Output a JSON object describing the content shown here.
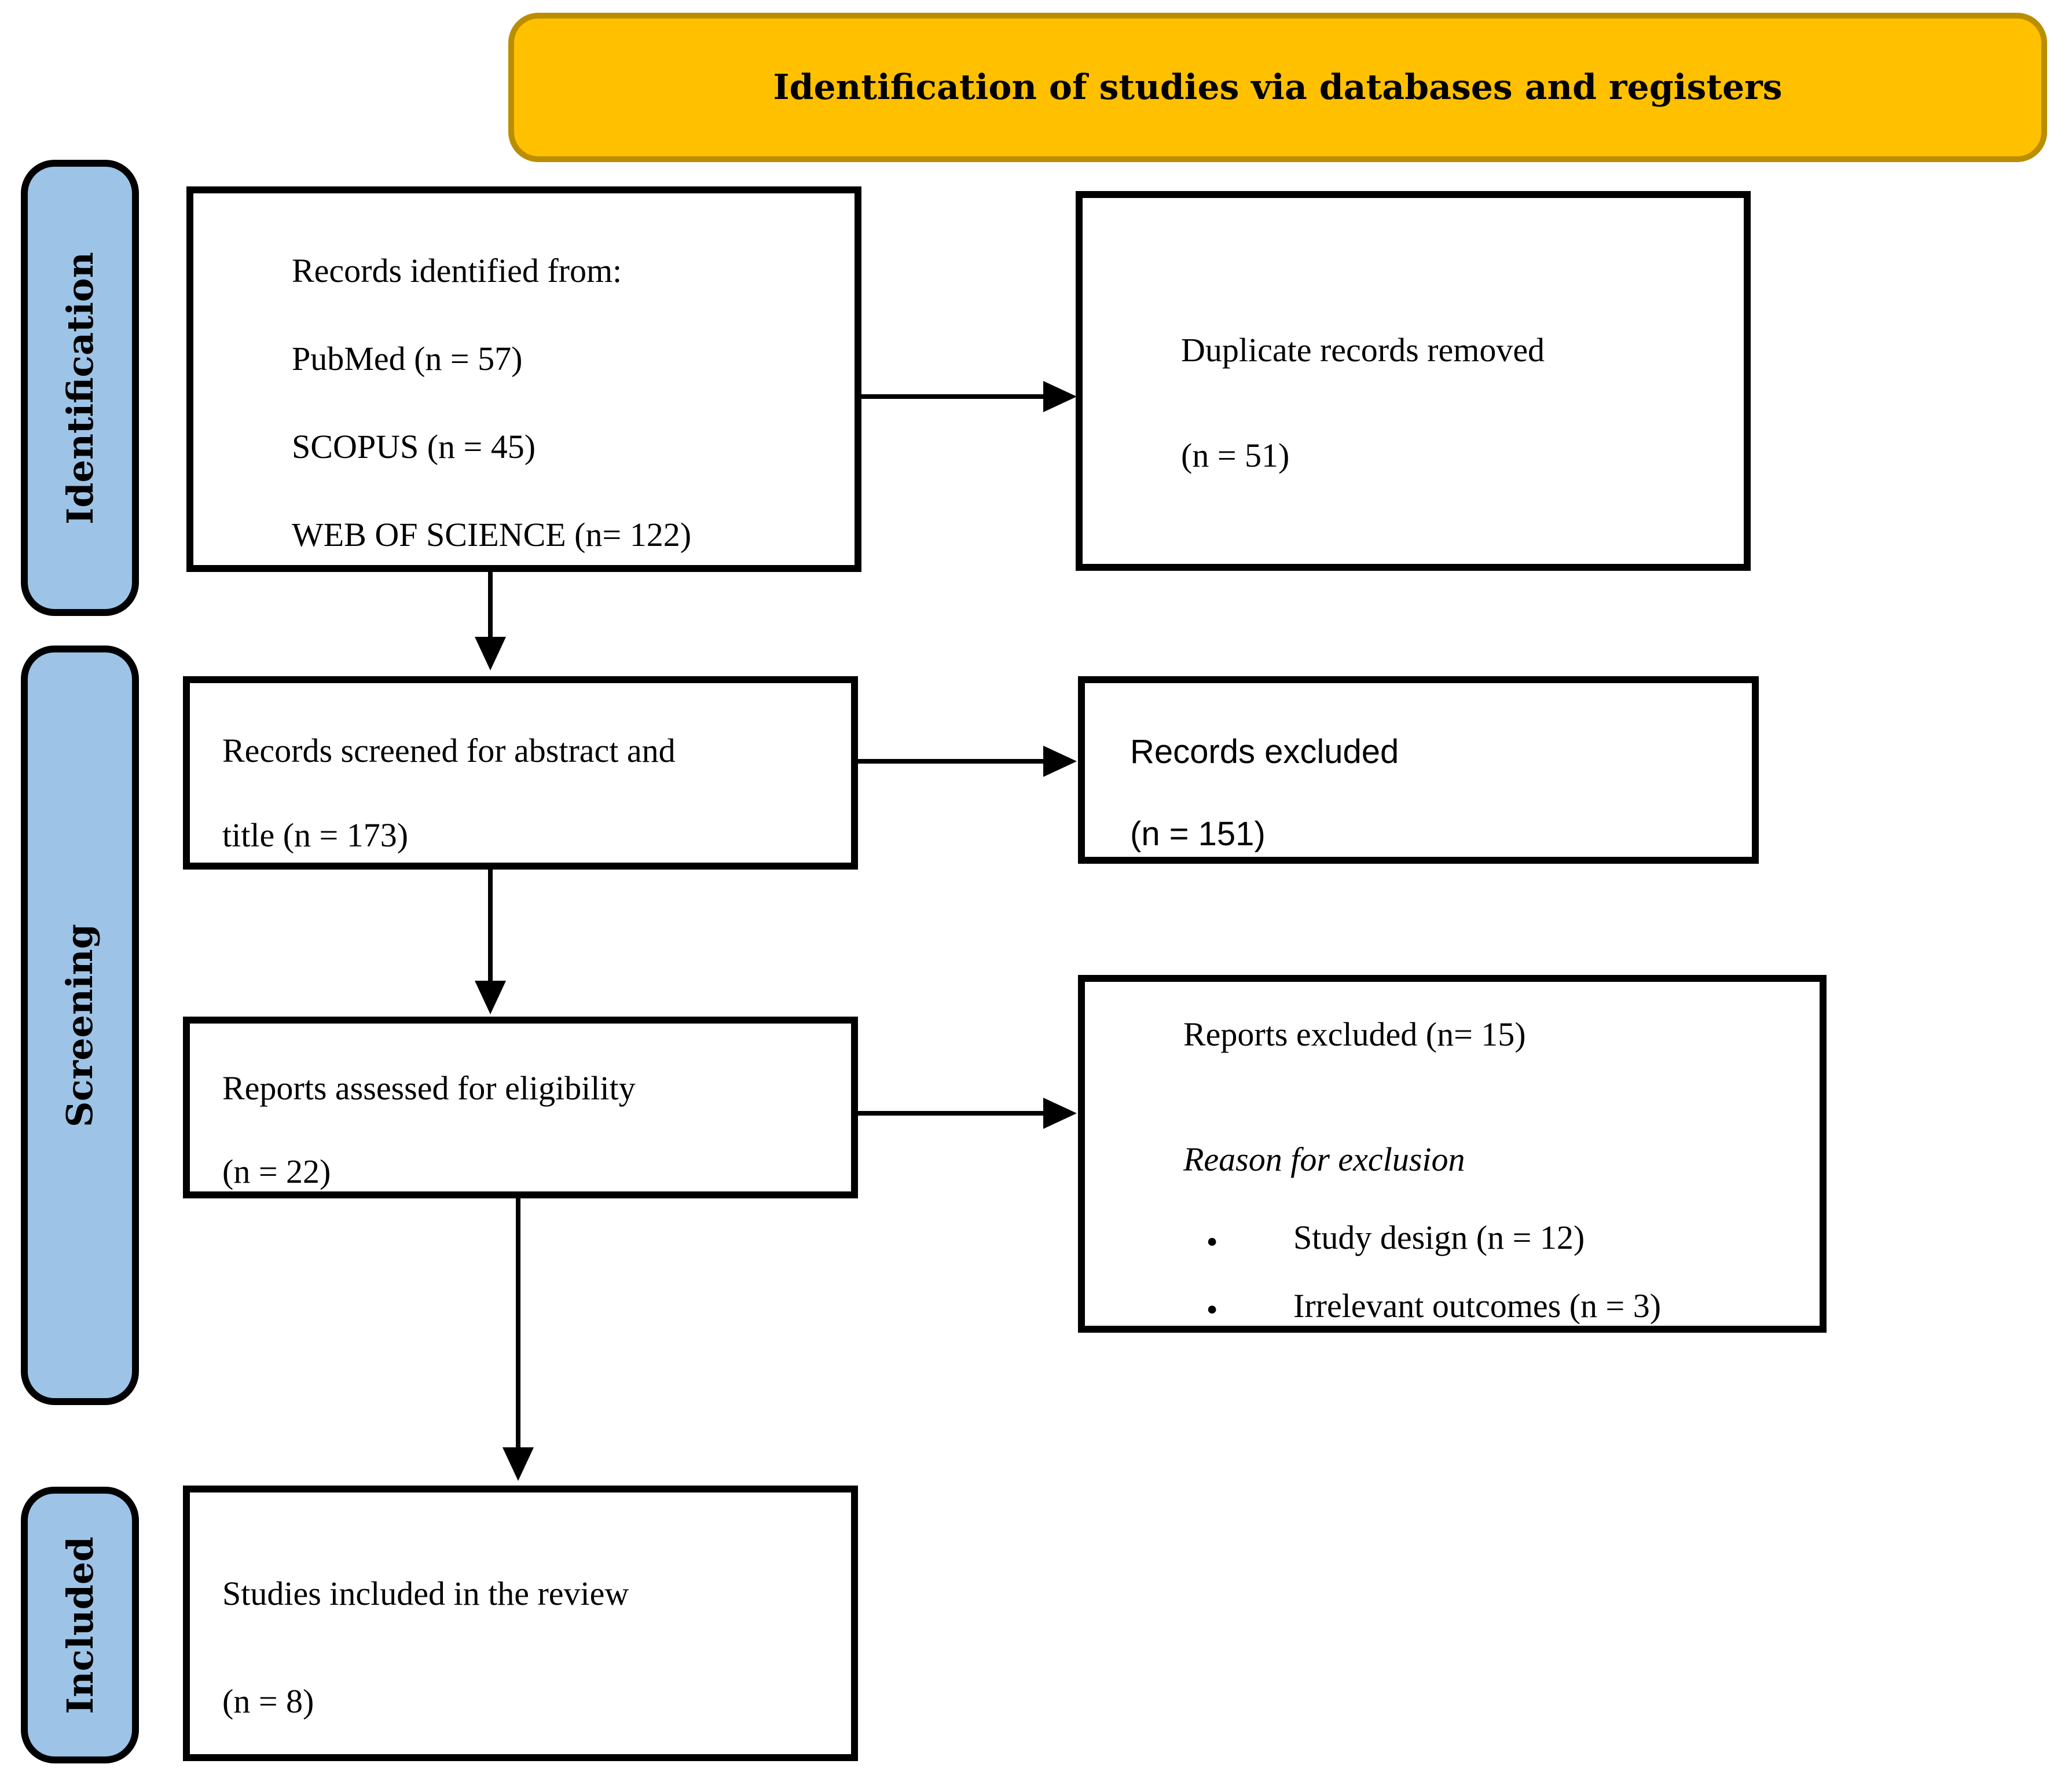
{
  "banner": {
    "title": "Identification of studies via databases and registers"
  },
  "stages": [
    {
      "label": "Identification"
    },
    {
      "label": "Screening"
    },
    {
      "label": "Included"
    }
  ],
  "boxes": {
    "identified": {
      "lines": [
        "Records identified from:",
        "PubMed (n = 57)",
        "SCOPUS (n = 45)",
        "WEB OF SCIENCE (n= 122)"
      ]
    },
    "duplicates": {
      "lines": [
        "Duplicate records removed",
        "(n = 51)"
      ]
    },
    "screened": {
      "lines": [
        "Records screened for abstract and",
        "title (n = 173)"
      ]
    },
    "excluded_records": {
      "lines": [
        "Records excluded",
        "(n = 151)"
      ]
    },
    "assessed": {
      "lines": [
        "Reports assessed for eligibility",
        "(n = 22)"
      ]
    },
    "excluded_reports": {
      "heading": "Reports excluded (n= 15)",
      "reason_label": "Reason for exclusion",
      "bullets": [
        "Study design (n = 12)",
        "Irrelevant outcomes (n = 3)"
      ]
    },
    "included": {
      "lines": [
        "Studies included in the review",
        "(n = 8)"
      ]
    }
  },
  "colors": {
    "banner_fill": "#FFC000",
    "banner_border": "#BA8E00",
    "stage_fill": "#9DC3E6",
    "stage_border": "#000000",
    "box_border": "#000000",
    "text": "#000000"
  }
}
